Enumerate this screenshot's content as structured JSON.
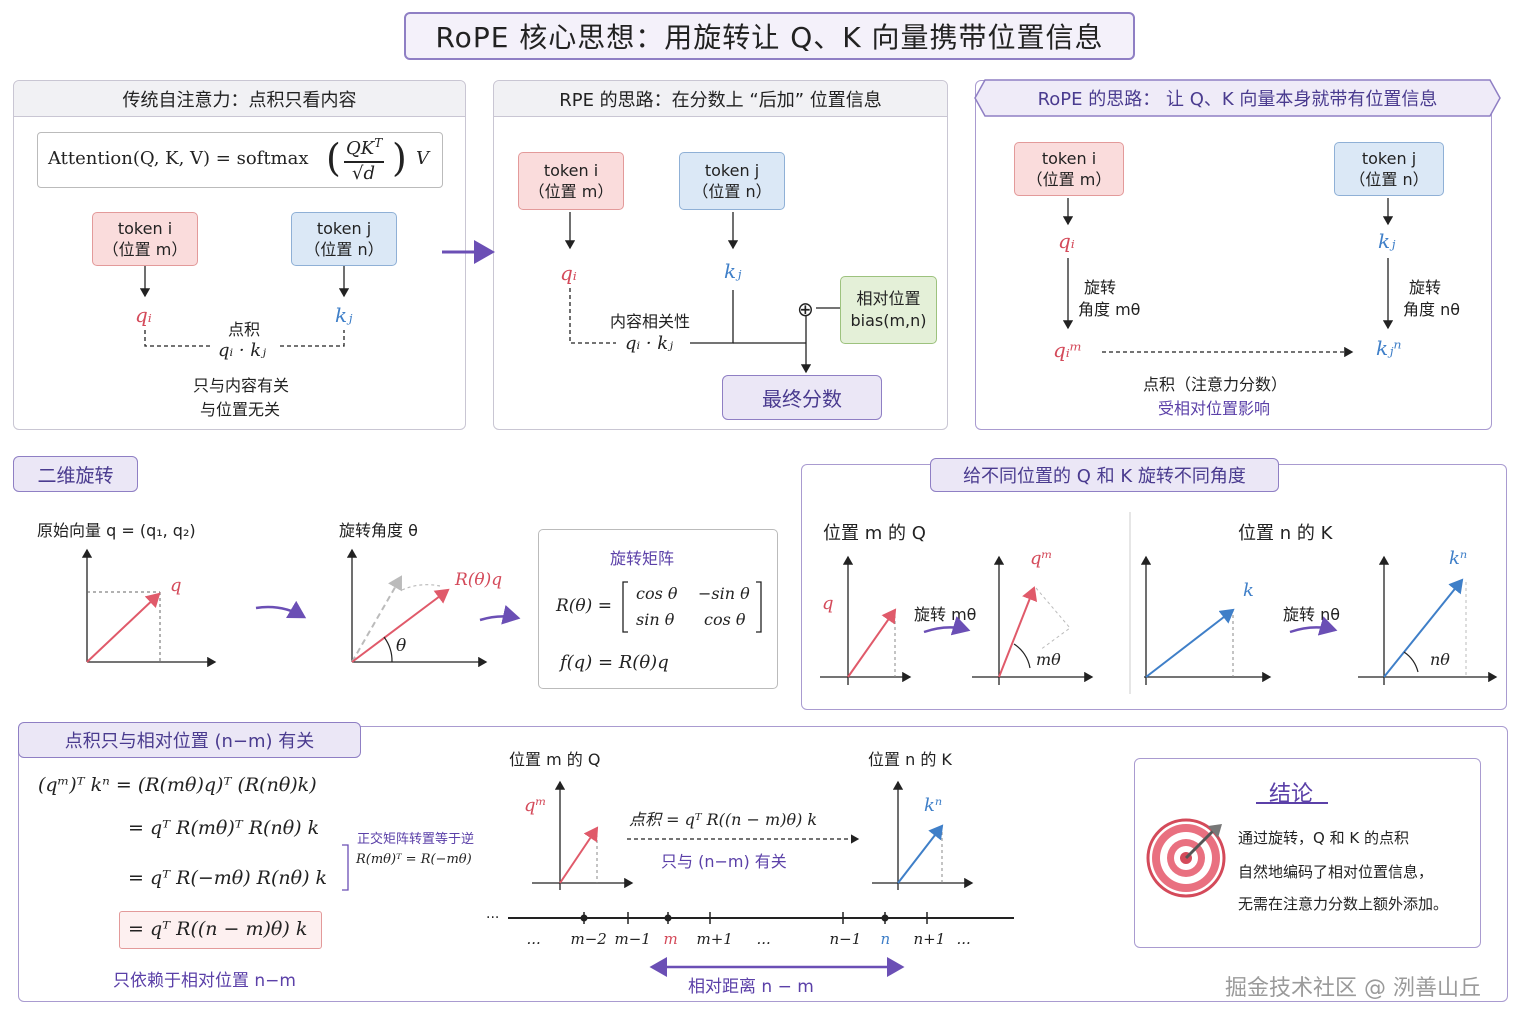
{
  "title": "RoPE 核心思想：用旋转让 Q、K 向量携带位置信息",
  "colors": {
    "accent": "#8f7fc4",
    "red": "#d44a5a",
    "blue": "#3f7fc8",
    "green_bg": "#e4f0d8",
    "purple_text": "#5b40a8"
  },
  "panel1": {
    "header": "传统自注意力：点积只看内容",
    "formula_lhs": "Attention(Q, K, V) = softmax",
    "formula_num": "QK",
    "formula_sup": "T",
    "formula_den": "√d",
    "formula_v": "V",
    "token_i_line1": "token i",
    "token_i_line2": "（位置 m）",
    "token_j_line1": "token j",
    "token_j_line2": "（位置 n）",
    "qi": "qᵢ",
    "kj": "kⱼ",
    "dot_label": "点积",
    "dot_formula": "qᵢ · kⱼ",
    "note_line1": "只与内容有关",
    "note_line2": "与位置无关"
  },
  "panel2": {
    "header": "RPE 的思路：在分数上 “后加” 位置信息",
    "token_i_line1": "token i",
    "token_i_line2": "（位置 m）",
    "token_j_line1": "token j",
    "token_j_line2": "（位置 n）",
    "qi": "qᵢ",
    "kj": "kⱼ",
    "relevance_label": "内容相关性",
    "dot_formula": "qᵢ · kⱼ",
    "plus": "⊕",
    "bias_line1": "相对位置",
    "bias_line2": "bias(m,n)",
    "final_score": "最终分数"
  },
  "panel3": {
    "header": "RoPE 的思路： 让 Q、K 向量本身就带有位置信息",
    "token_i_line1": "token i",
    "token_i_line2": "（位置 m）",
    "token_j_line1": "token j",
    "token_j_line2": "（位置 n）",
    "qi": "qᵢ",
    "kj": "kⱼ",
    "rot_i_line1": "旋转",
    "rot_i_line2": "角度 mθ",
    "rot_j_line1": "旋转",
    "rot_j_line2": "角度 nθ",
    "qim": "qᵢᵐ",
    "kjn": "kⱼⁿ",
    "dot_label": "点积（注意力分数）",
    "affected": "受相对位置影响"
  },
  "rot2d": {
    "tag": "二维旋转",
    "original_label": "原始向量 q = (q₁, q₂)",
    "q_label": "q",
    "rot_angle_label": "旋转角度 θ",
    "rq_label": "R(θ)q",
    "theta": "θ",
    "matrix_title": "旋转矩阵",
    "matrix_lhs": "R(θ) =",
    "m11": "cos θ",
    "m12": "−sin θ",
    "m21": "sin θ",
    "m22": "cos θ",
    "f_formula": "f(q) = R(θ)q"
  },
  "diffangle": {
    "tag": "给不同位置的 Q 和 K 旋转不同角度",
    "q_title": "位置 m 的 Q",
    "k_title": "位置 n 的 K",
    "q_label": "q",
    "qm_label": "qᵐ",
    "rotate_m": "旋转 mθ",
    "m_theta": "mθ",
    "k_label": "k",
    "kn_label": "kⁿ",
    "rotate_n": "旋转 nθ",
    "n_theta": "nθ"
  },
  "relpos": {
    "tag": "点积只与相对位置 (n−m) 有关",
    "eq1": "(qᵐ)ᵀ kⁿ = (R(mθ)q)ᵀ (R(nθ)k)",
    "eq2": "= qᵀ R(mθ)ᵀ R(nθ) k",
    "eq3": "= qᵀ R(−mθ) R(nθ) k",
    "eq4": "= qᵀ R((n − m)θ) k",
    "ortho_note": "正交矩阵转置等于逆",
    "ortho_formula": "R(mθ)ᵀ = R(−mθ)",
    "depends_note": "只依赖于相对位置 n−m",
    "q_title": "位置 m 的 Q",
    "k_title": "位置 n 的 K",
    "qm": "qᵐ",
    "kn": "kⁿ",
    "dot_formula": "点积 = qᵀ R((n − m)θ) k",
    "only_related": "只与 (n−m) 有关",
    "ticks": [
      "...",
      "m−2",
      "m−1",
      "m",
      "m+1",
      "...",
      "n−1",
      "n",
      "n+1",
      "..."
    ],
    "axis_ellipsis": "...",
    "rel_distance": "相对距离 n − m"
  },
  "conclusion": {
    "title": "结论",
    "line1": "通过旋转，Q 和 K 的点积",
    "line2": "自然地编码了相对位置信息，",
    "line3": "无需在注意力分数上额外添加。"
  },
  "watermark": "掘金技术社区 @ 洌善山丘"
}
